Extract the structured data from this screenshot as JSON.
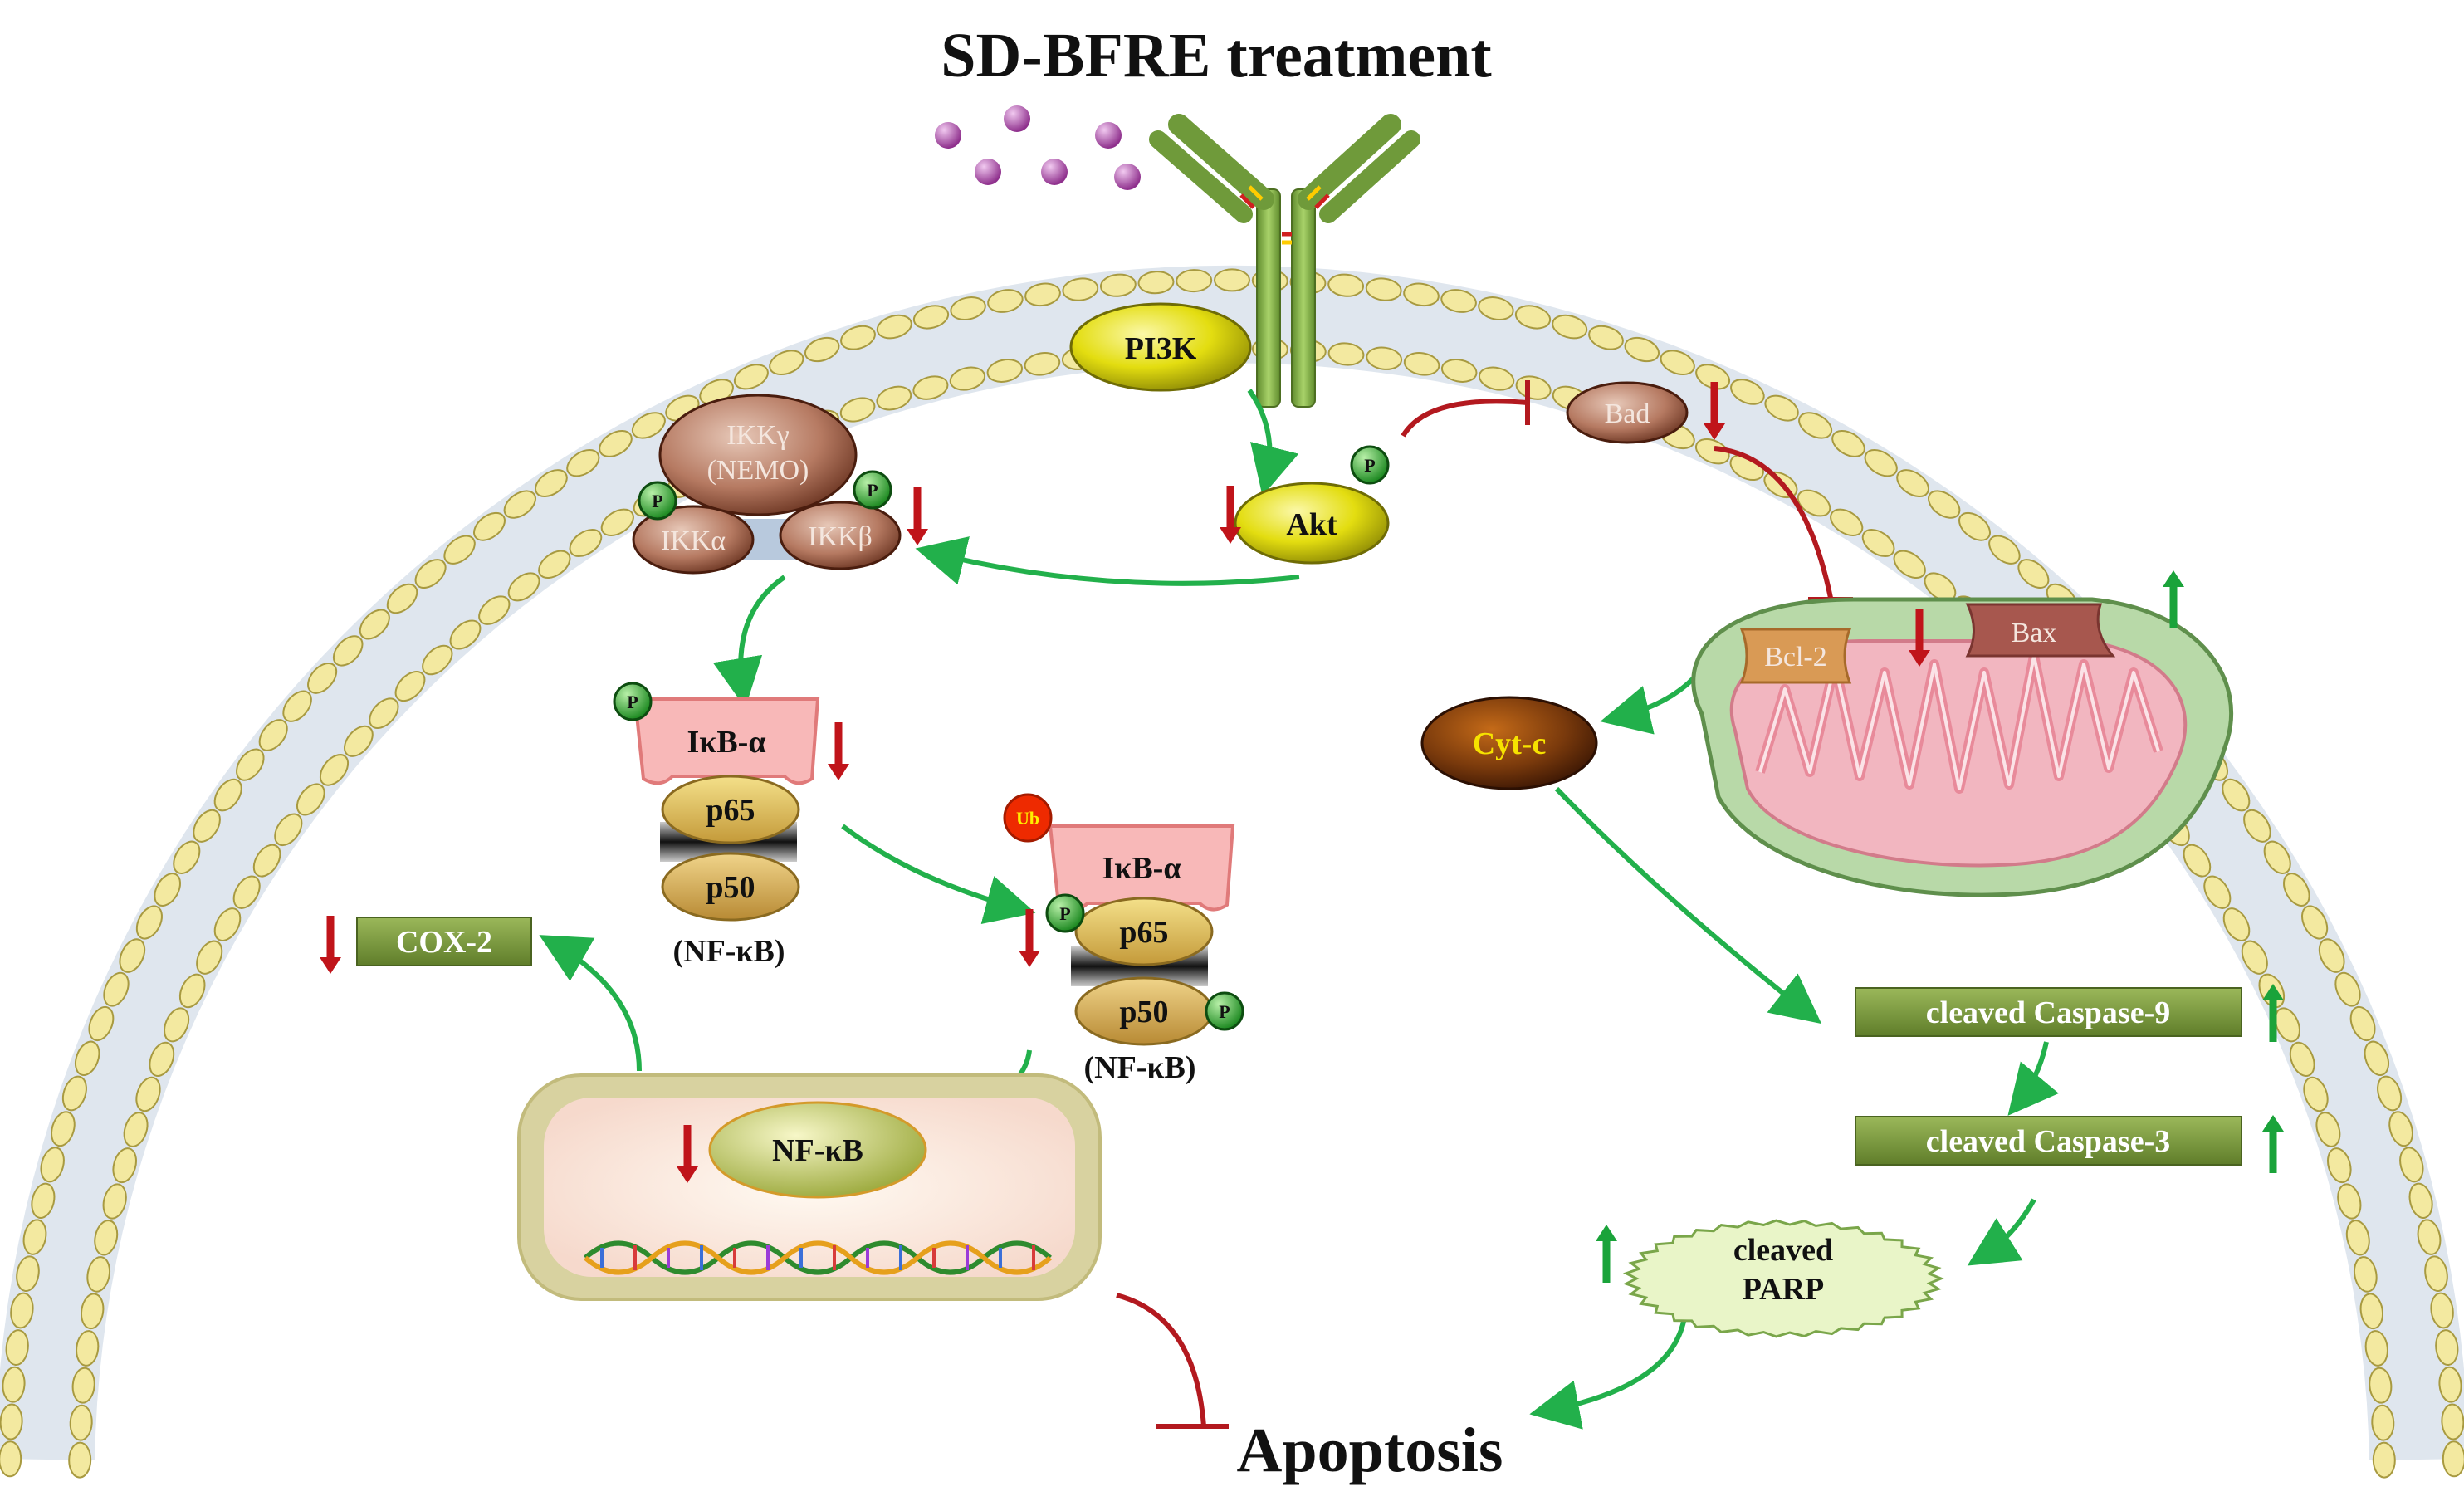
{
  "title": "SD-BFRE treatment",
  "outcome": "Apoptosis",
  "nodes": {
    "pi3k": "PI3K",
    "akt": "Akt",
    "bad": "Bad",
    "bcl2": "Bcl-2",
    "bax": "Bax",
    "cytc": "Cyt-c",
    "ikk_gamma_line1": "IKKγ",
    "ikk_gamma_line2": "(NEMO)",
    "ikk_alpha": "IKKα",
    "ikk_beta": "IKKβ",
    "ikba_1": "IκB-α",
    "p65_1": "p65",
    "p50_1": "p50",
    "nfkb_label_1": "(NF-κB)",
    "ikba_2": "IκB-α",
    "p65_2": "p65",
    "p50_2": "p50",
    "nfkb_label_2": "(NF-κB)",
    "ub": "Ub",
    "nucleus_nfkb": "NF-κB",
    "cox2": "COX-2",
    "caspase9": "cleaved Caspase-9",
    "caspase3": "cleaved Caspase-3",
    "parp_line1": "cleaved",
    "parp_line2": "PARP",
    "phospho": "P"
  },
  "regulation": {
    "akt": "down",
    "bad": "down",
    "bcl2": "down",
    "bax": "up",
    "ikk": "down",
    "ikba": "down",
    "p65_phospho": "down",
    "nucleus_nfkb": "down",
    "cox2": "down",
    "caspase9": "up",
    "caspase3": "up",
    "parp": "up"
  },
  "colors": {
    "activation_arrow": "#22b04b",
    "inhibition_line": "#b3191f",
    "down_arrow": "#c0141a",
    "up_arrow": "#1aa33a",
    "yellow_node": "#e3dd10",
    "green_box": "#7a9a3c",
    "brown_node": "#7a3a0c",
    "membrane_head": "#f3e9a0"
  }
}
